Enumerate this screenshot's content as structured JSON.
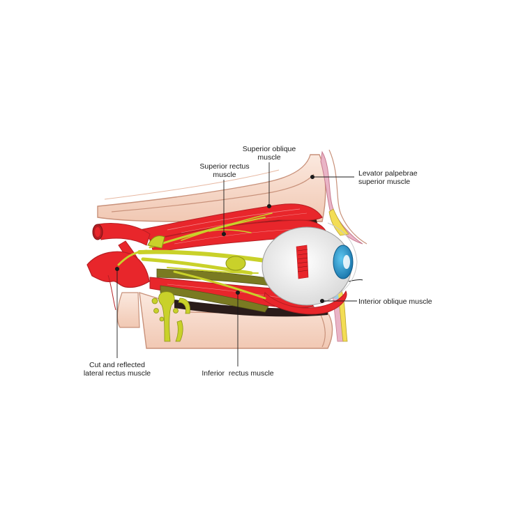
{
  "labels": {
    "superior_oblique": [
      "Superior oblique",
      "muscle"
    ],
    "superior_rectus": [
      "Superior rectus",
      "muscle"
    ],
    "levator": [
      "Levator palpebrae",
      "superior muscle"
    ],
    "inferior_oblique": [
      "Interior oblique muscle"
    ],
    "lateral_rectus": [
      "Cut and reflected",
      "lateral rectus muscle"
    ],
    "inferior_rectus": [
      "Inferior  rectus muscle"
    ]
  },
  "colors": {
    "muscle_red": "#e8262b",
    "muscle_dark": "#b51d22",
    "nerve_yellow": "#c9d12a",
    "nerve_olive": "#7a7a22",
    "bone": "#f6d9c7",
    "bone_line": "#c8917a",
    "skin": "#f4c9b4",
    "eye_white": "#f4f4f4",
    "iris_blue": "#1e9fd8",
    "lid_pink": "#e9b4c6",
    "lid_yellow": "#f3dd55"
  }
}
